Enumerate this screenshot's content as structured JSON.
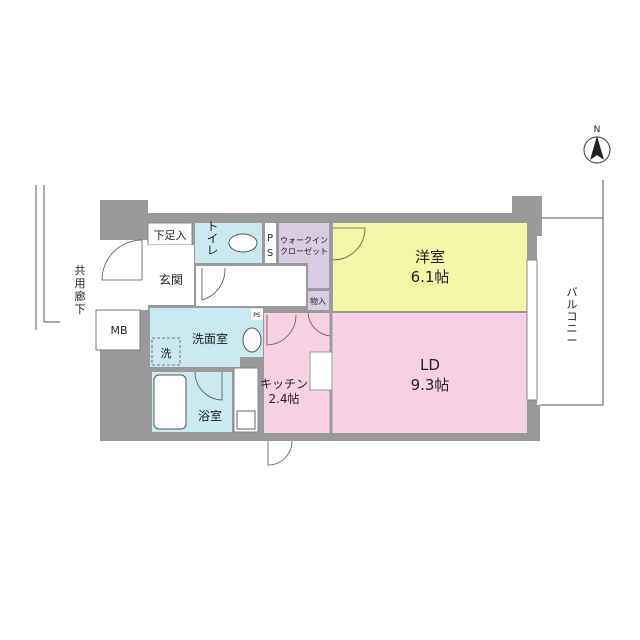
{
  "rooms": {
    "western_room": {
      "name": "洋室",
      "size": "6.1帖"
    },
    "ld": {
      "name": "LD",
      "size": "9.3帖"
    },
    "kitchen": {
      "name": "キッチン",
      "size": "2.4帖"
    },
    "walk_in_closet": {
      "line1": "ウォークイン",
      "line2": "クローゼット"
    },
    "storage": "物入",
    "toilet": "トイレ",
    "ps_top": {
      "p": "P",
      "s": "S"
    },
    "ps_small": "PS",
    "shoe_storage": "下足入",
    "entrance": "玄関",
    "washroom": "洗面室",
    "washer": "洗",
    "bathroom": "浴室",
    "mb": "MB"
  },
  "outside": {
    "common_corridor": [
      "共",
      "用",
      "廊",
      "下"
    ],
    "balcony": [
      "バ",
      "ル",
      "コ",
      "ニ",
      "ー"
    ],
    "north": "N"
  },
  "colors": {
    "wall": "#9a9a9a",
    "western_room": "#f4f5a6",
    "ld": "#f8d2e4",
    "closet": "#d9cbe2",
    "water": "#cbe9f1"
  }
}
